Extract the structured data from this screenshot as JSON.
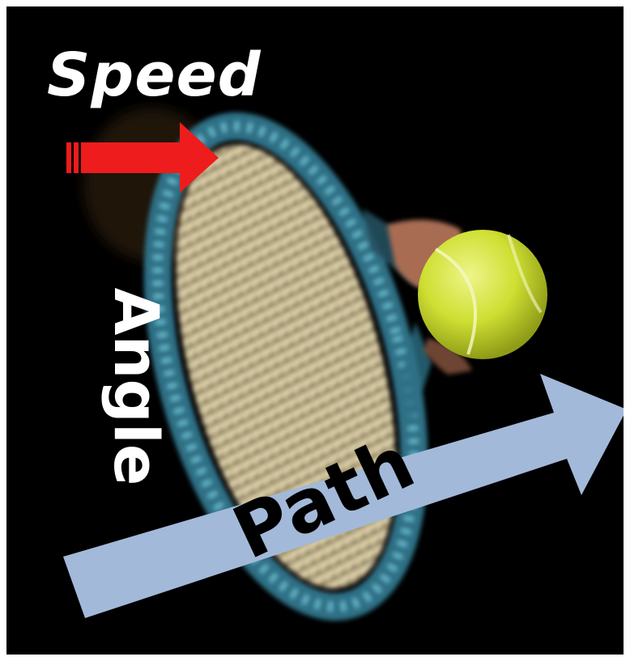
{
  "labels": {
    "speed": "Speed",
    "angle": "Angle",
    "path": "Path"
  },
  "colors": {
    "background": "#000000",
    "speed_arrow": "#ee1c1c",
    "path_arrow": "#a3b9d9",
    "ball": "#d4e43c",
    "racket_frame": "#3f8fa3",
    "strings": "#d9caa0",
    "speed_text": "#ffffff",
    "angle_text": "#ffffff",
    "path_text": "#000000"
  },
  "icons": {
    "speed_arrow": "right-arrow-icon",
    "path_arrow": "diagonal-up-right-arrow-icon",
    "ball": "tennis-ball-icon",
    "racket": "tennis-racket-icon"
  }
}
